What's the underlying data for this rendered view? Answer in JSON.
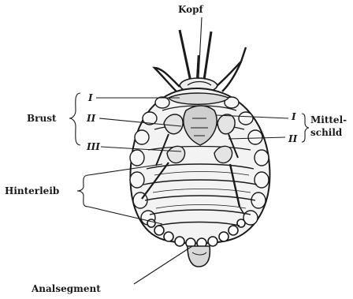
{
  "labels": {
    "head": "Kopf",
    "thorax": "Brust",
    "abdomen": "Hinterleib",
    "anal_segment": "Analsegment",
    "middle_shield_line1": "Mittel-",
    "middle_shield_line2": "schild",
    "segment_left_1": "I",
    "segment_left_2": "II",
    "segment_left_3": "III",
    "segment_right_1": "I",
    "segment_right_2": "II"
  }
}
